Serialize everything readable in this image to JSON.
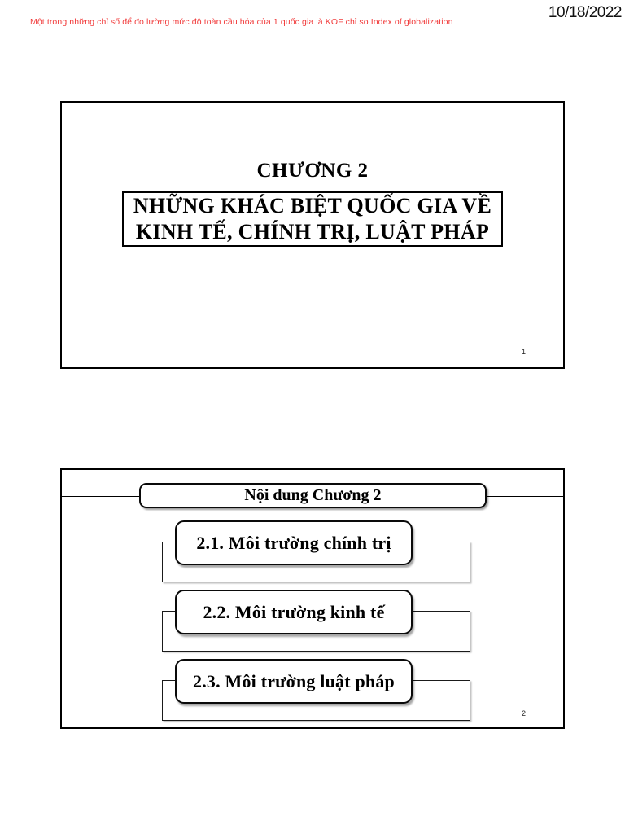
{
  "header": {
    "note": "Một trong những chỉ số để đo lường mức độ toàn cầu hóa của 1 quốc gia là KOF chỉ so Index of globalization",
    "date": "10/18/2022"
  },
  "slide1": {
    "heading": "CHƯƠNG 2",
    "title_line1": "NHỮNG KHÁC BIỆT QUỐC GIA VỀ",
    "title_line2": "KINH TẾ, CHÍNH TRỊ, LUẬT PHÁP",
    "page_number": "1"
  },
  "slide2": {
    "header": "Nội dung Chương 2",
    "items": [
      {
        "label": "2.1. Môi trường chính trị"
      },
      {
        "label": "2.2. Môi trường kinh tế"
      },
      {
        "label": "2.3. Môi trường luật pháp"
      }
    ],
    "page_number": "2"
  },
  "colors": {
    "annotation_red": "#f13a3a",
    "ink_black": "#000000",
    "paper_white": "#ffffff"
  }
}
